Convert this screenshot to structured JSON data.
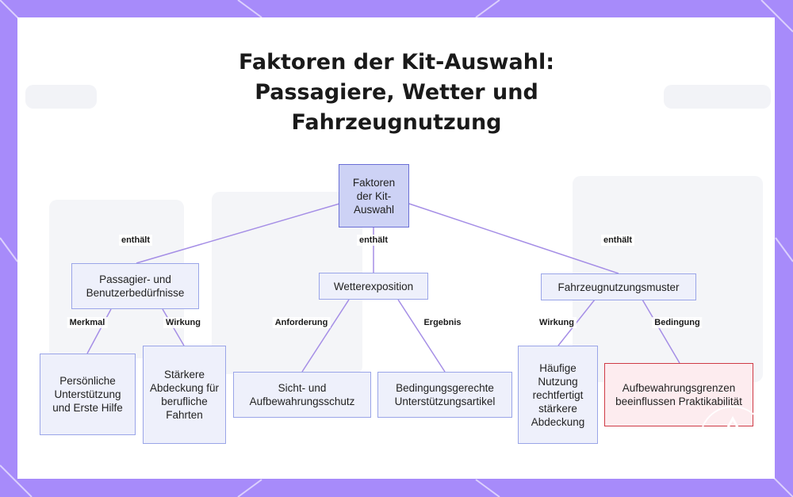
{
  "title_lines": [
    "Faktoren der Kit-Auswahl:",
    "Passagiere, Wetter und",
    "Fahrzeugnutzung"
  ],
  "colors": {
    "frame": "#a78bfa",
    "node_fill": "#eef0fb",
    "node_border": "#9aa5e8",
    "root_fill": "#cdd2f5",
    "alert_border": "#cf3a45",
    "edge": "#a58ee6"
  },
  "nodes": {
    "root": "Faktoren der Kit-Auswahl",
    "passengers": "Passagier- und Benutzerbedürfnisse",
    "weather": "Wetterexposition",
    "usage": "Fahrzeugnutzungsmuster",
    "personal_support": "Persönliche Unterstützung und Erste Hilfe",
    "stronger_work": "Stärkere Abdeckung für berufliche Fahrten",
    "visibility": "Sicht- und Aufbewahrungsschutz",
    "condition_items": "Bedingungsgerechte Unterstützungsartikel",
    "frequent_use": "Häufige Nutzung rechtfertigt stärkere Abdeckung",
    "storage_limits": "Aufbewahrungsgrenzen beeinflussen Praktikabilität"
  },
  "edge_labels": {
    "root_passengers": "enthält",
    "root_weather": "enthält",
    "root_usage": "enthält",
    "passengers_personal": "Merkmal",
    "passengers_stronger": "Wirkung",
    "weather_visibility": "Anforderung",
    "weather_condition": "Ergebnis",
    "usage_frequent": "Wirkung",
    "usage_storage": "Bedingung"
  }
}
